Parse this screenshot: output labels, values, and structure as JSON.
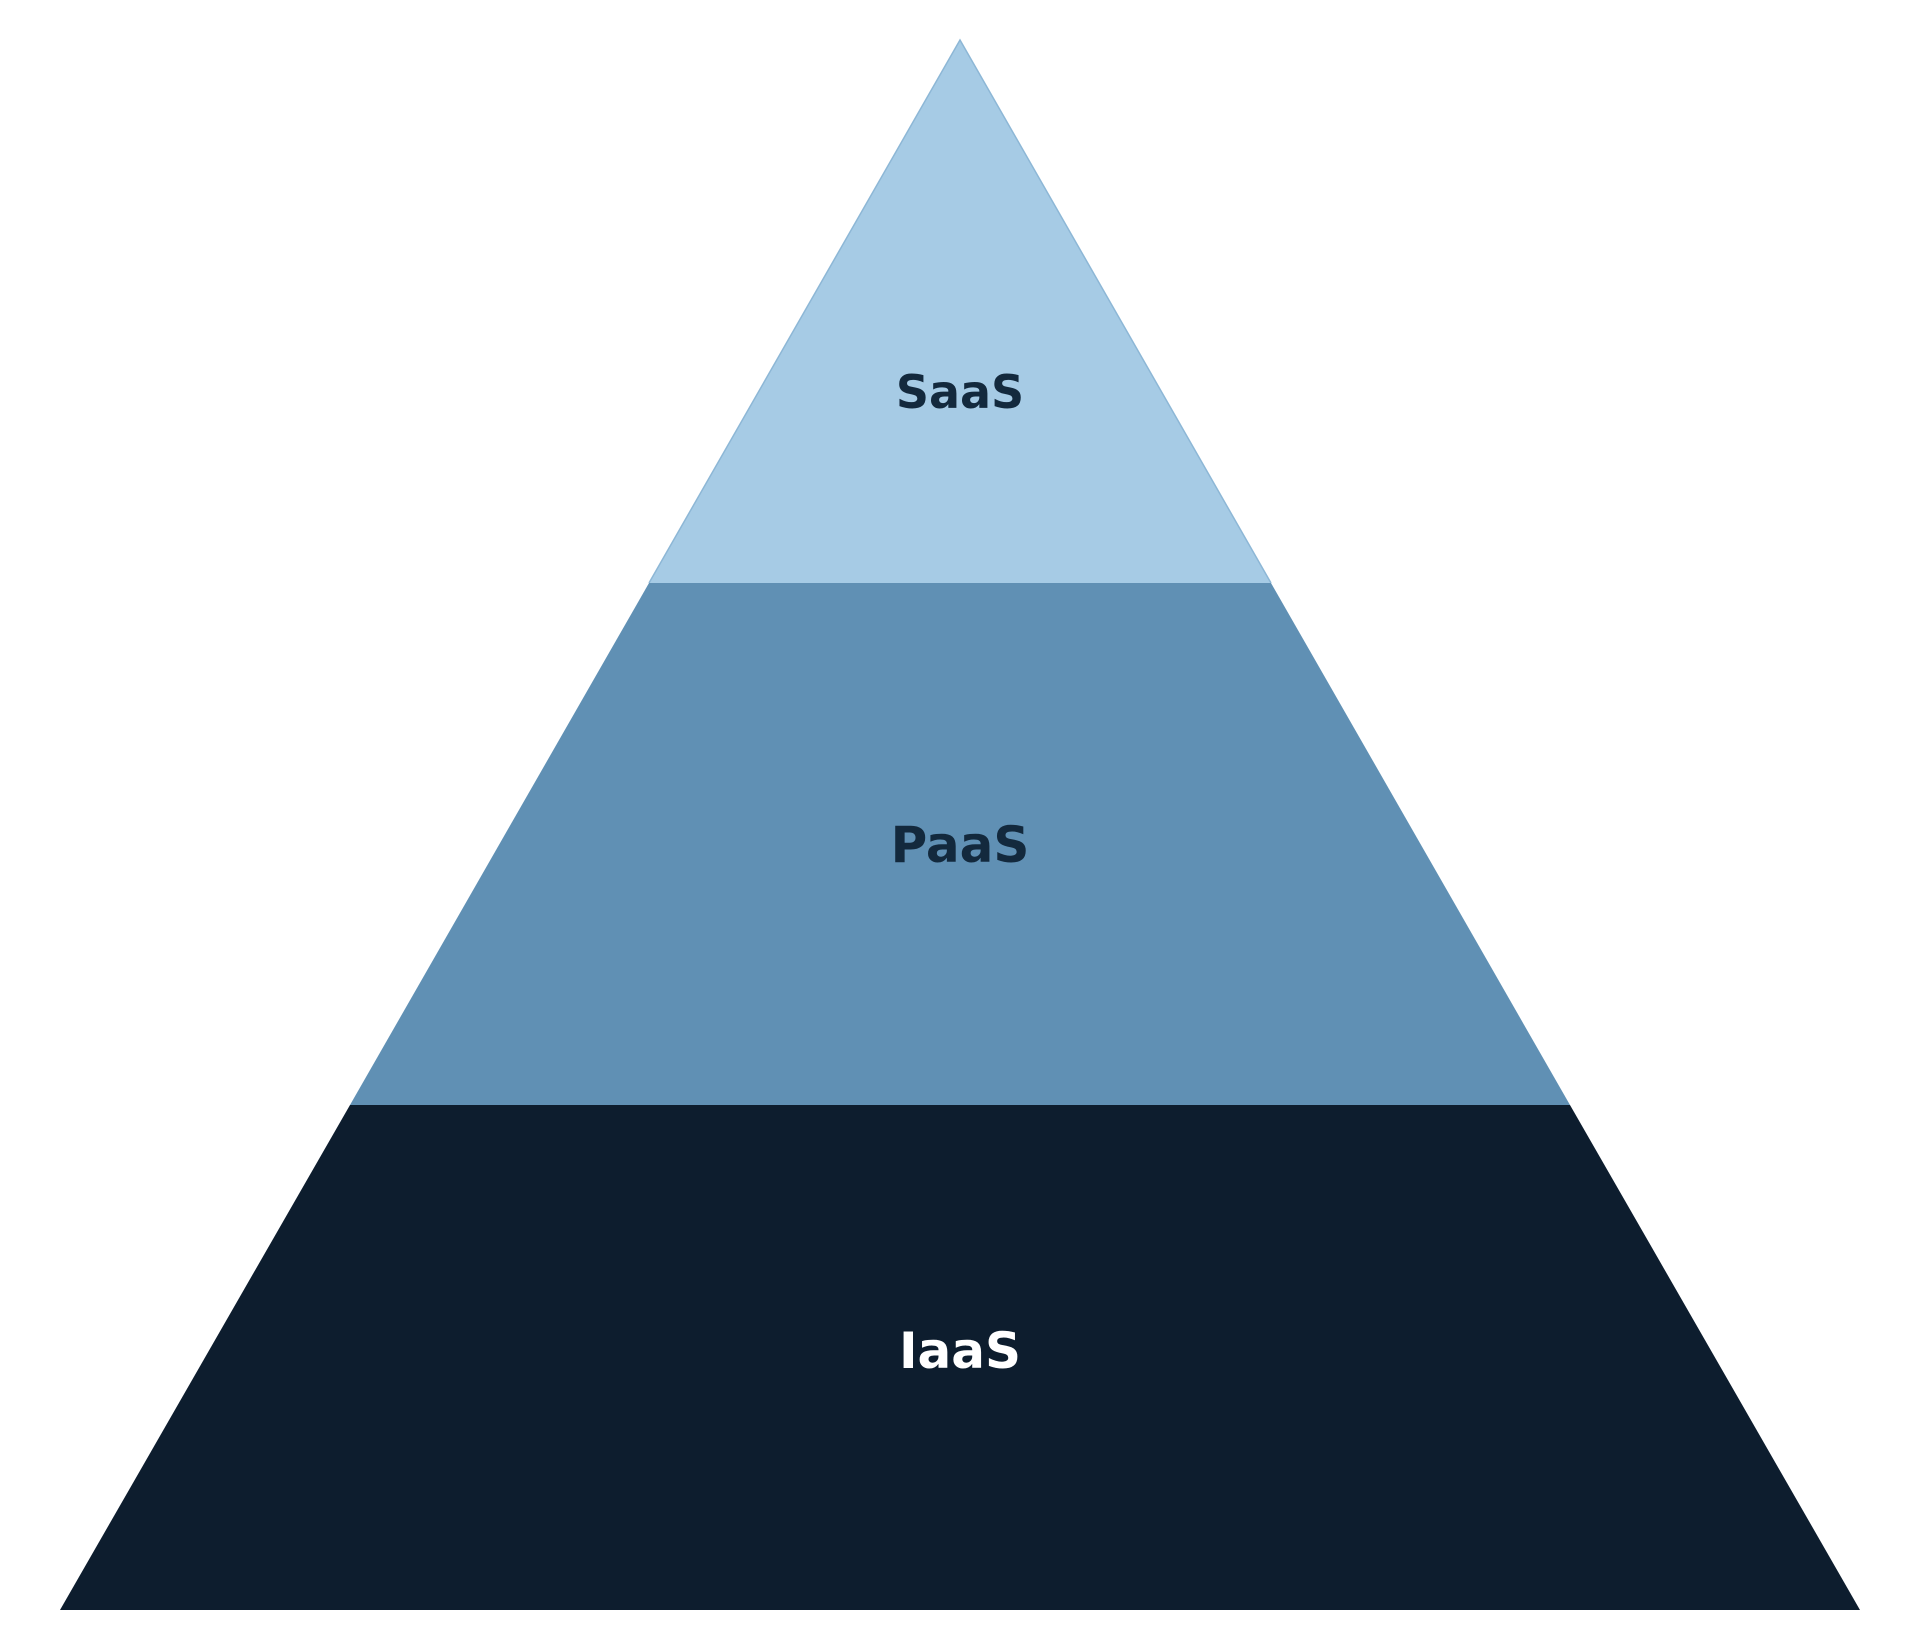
{
  "diagram": {
    "name": "cloud-service-models-pyramid",
    "background_color": "#ffffff",
    "layers": [
      {
        "label": "SaaS",
        "position": "top",
        "fill_color": "#a6cbe5",
        "edge_color": "#8db7d6",
        "text_color": "#13293d"
      },
      {
        "label": "PaaS",
        "position": "middle",
        "fill_color": "#6090b4",
        "edge_color": "#6090b4",
        "text_color": "#13293d"
      },
      {
        "label": "IaaS",
        "position": "bottom",
        "fill_color": "#0d1d2e",
        "edge_color": "#0d1d2e",
        "text_color": "#ffffff"
      }
    ]
  }
}
